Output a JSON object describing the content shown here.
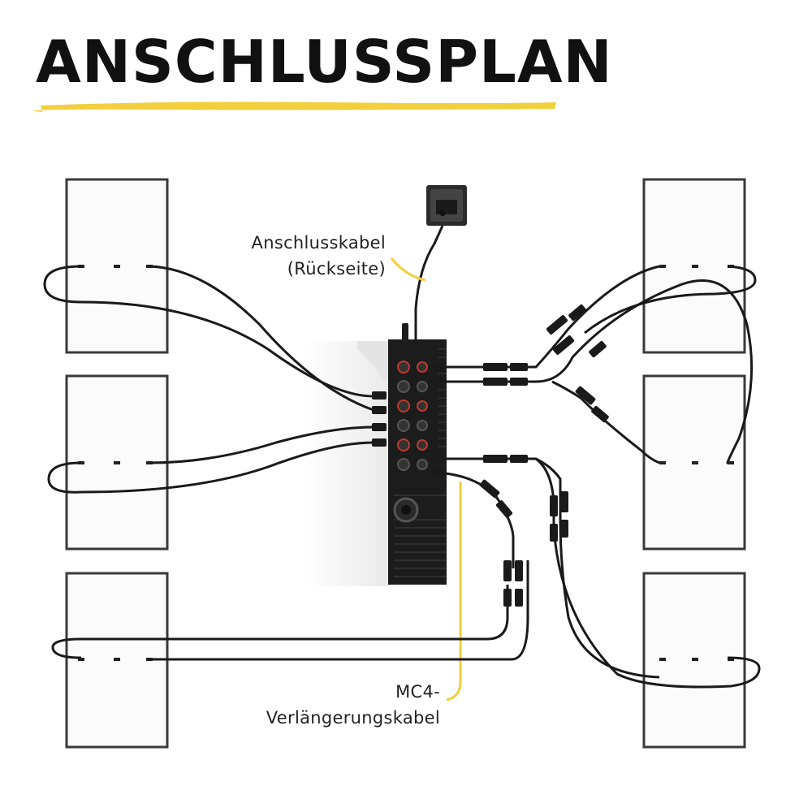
{
  "title": "ANSCHLUSSPLAN",
  "labels": {
    "anschlusskabel_line1": "Anschlusskabel",
    "anschlusskabel_line2": "(Rückseite)",
    "mc4_line1": "MC4-",
    "mc4_line2": "Verlängerungskabel"
  },
  "colors": {
    "accent_yellow": "#f2cf3c",
    "cable": "#1a1a1a",
    "panel_frame": "#3a3a3a",
    "panel_face": "#fbfbfb",
    "inverter_body": "#1c1c1c",
    "inverter_port": "#c0392b"
  },
  "icons": {
    "socket": "power-socket-icon",
    "inverter": "inverter-icon",
    "panel": "solar-panel-icon",
    "connector": "mc4-connector-icon"
  }
}
